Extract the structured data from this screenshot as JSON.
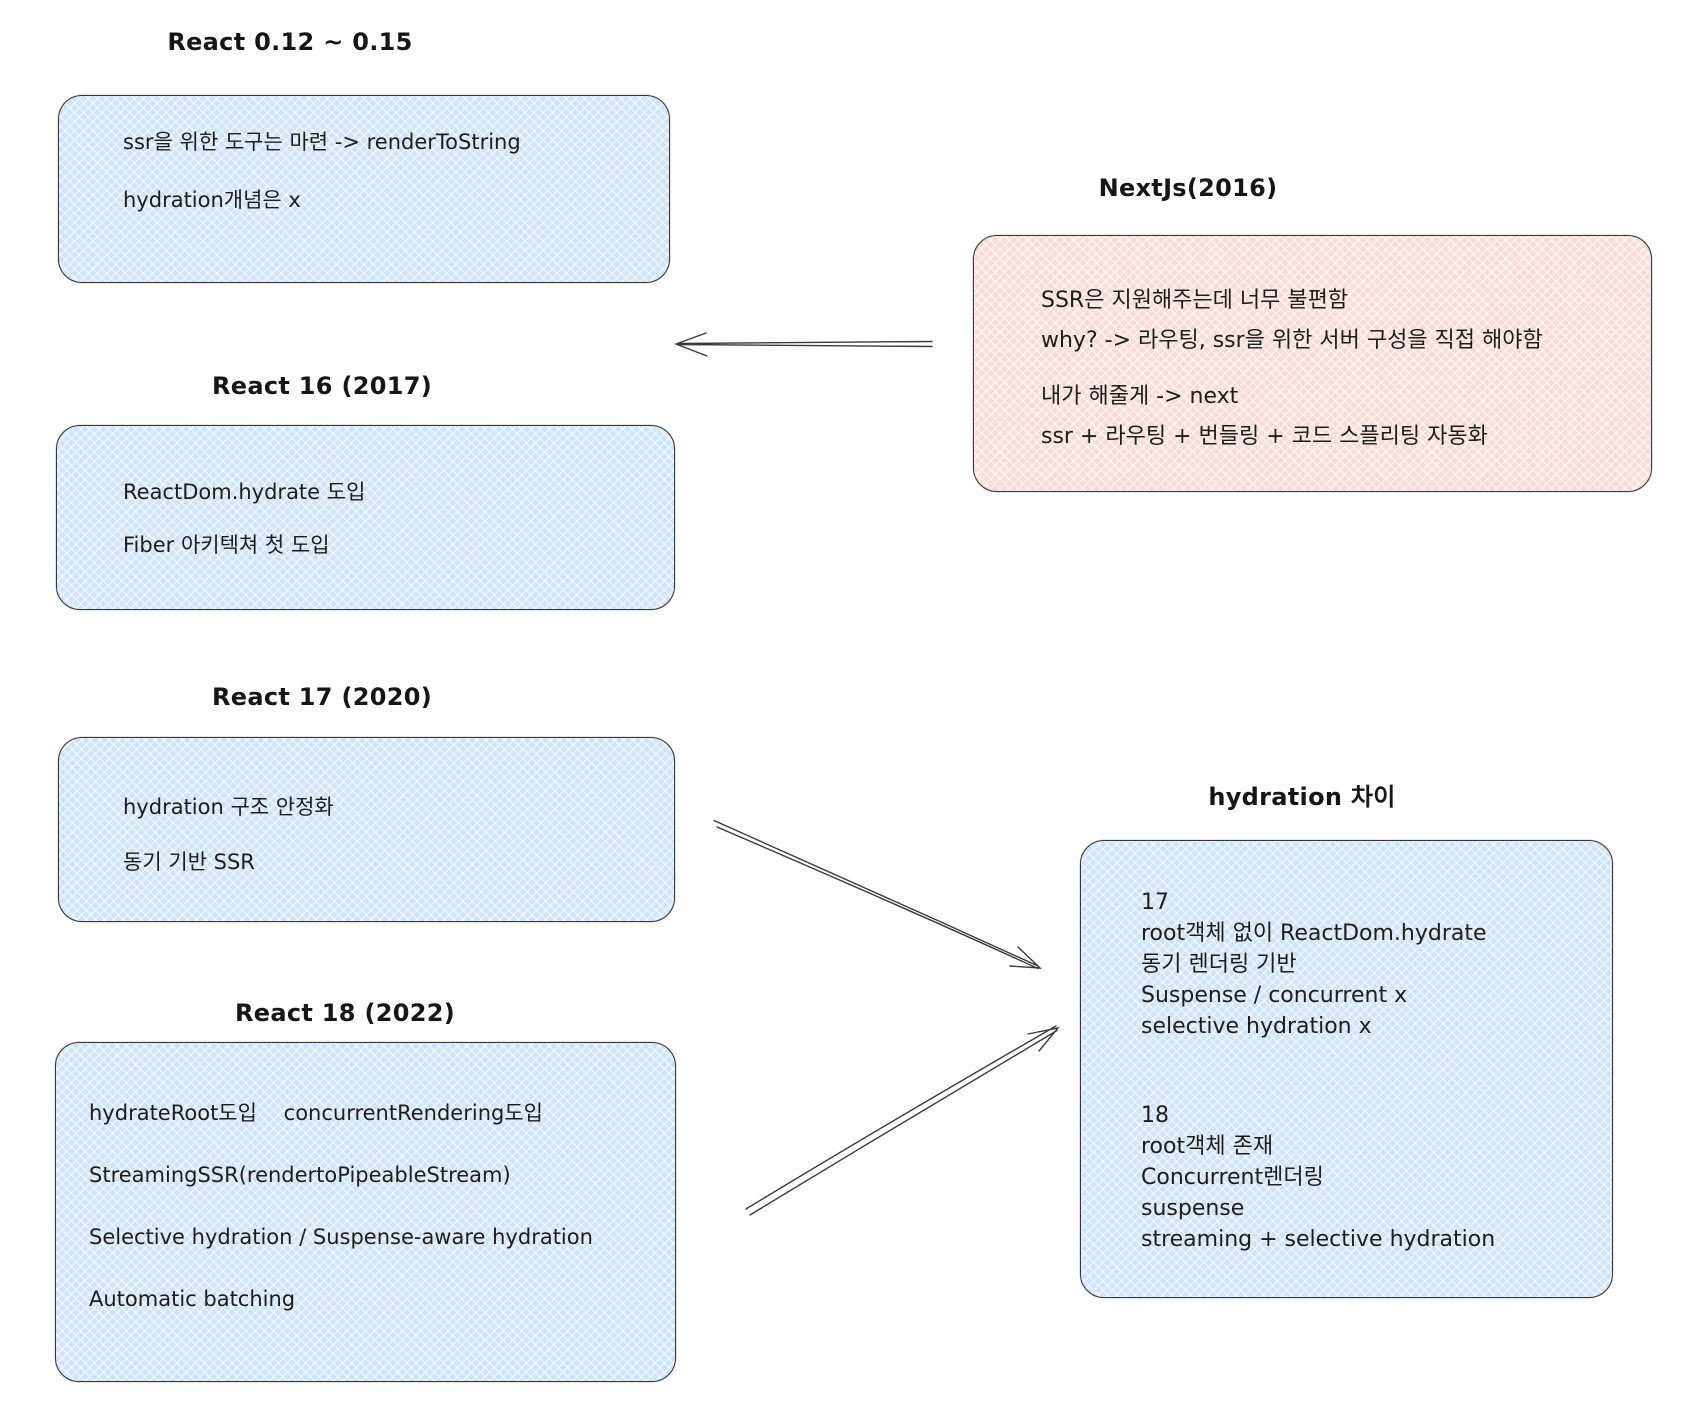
{
  "diagram": {
    "titles": {
      "react_old": "React 0.12 ~ 0.15",
      "nextjs": "NextJs(2016)",
      "react16": "React 16 (2017)",
      "react17": "React 17 (2020)",
      "react18": "React 18 (2022)",
      "hydration_diff": "hydration 차이"
    },
    "boxes": {
      "react_old": {
        "lines": [
          "ssr을 위한 도구는 마련 -> renderToString",
          "hydration개념은 x"
        ]
      },
      "nextjs": {
        "lines": [
          "SSR은 지원해주는데 너무 불편함",
          "why? -> 라우팅, ssr을 위한 서버 구성을 직접 해야함",
          "내가 해줄게 -> next",
          "ssr + 라우팅 + 번들링 + 코드 스플리팅 자동화"
        ]
      },
      "react16": {
        "lines": [
          "ReactDom.hydrate 도입",
          "Fiber 아키텍쳐 첫 도입"
        ]
      },
      "react17": {
        "lines": [
          "hydration 구조 안정화",
          "동기 기반 SSR"
        ]
      },
      "react18": {
        "lines": [
          "hydrateRoot도입    concurrentRendering도입",
          "StreamingSSR(rendertoPipeableStream)",
          "Selective hydration / Suspense-aware hydration",
          "Automatic batching"
        ]
      },
      "hydration_diff": {
        "react17_lines": [
          "17",
          "root객체 없이 ReactDom.hydrate",
          "동기 렌더링 기반",
          "Suspense / concurrent x",
          "selective hydration x"
        ],
        "react18_lines": [
          "18",
          "root객체 존재",
          "Concurrent렌더링",
          "suspense",
          "streaming + selective hydration"
        ]
      }
    },
    "colors": {
      "box_blue": "#cfe4f8",
      "box_pink": "#f8dcda",
      "stroke": "#38383a",
      "text": "#1d1d1d"
    }
  }
}
